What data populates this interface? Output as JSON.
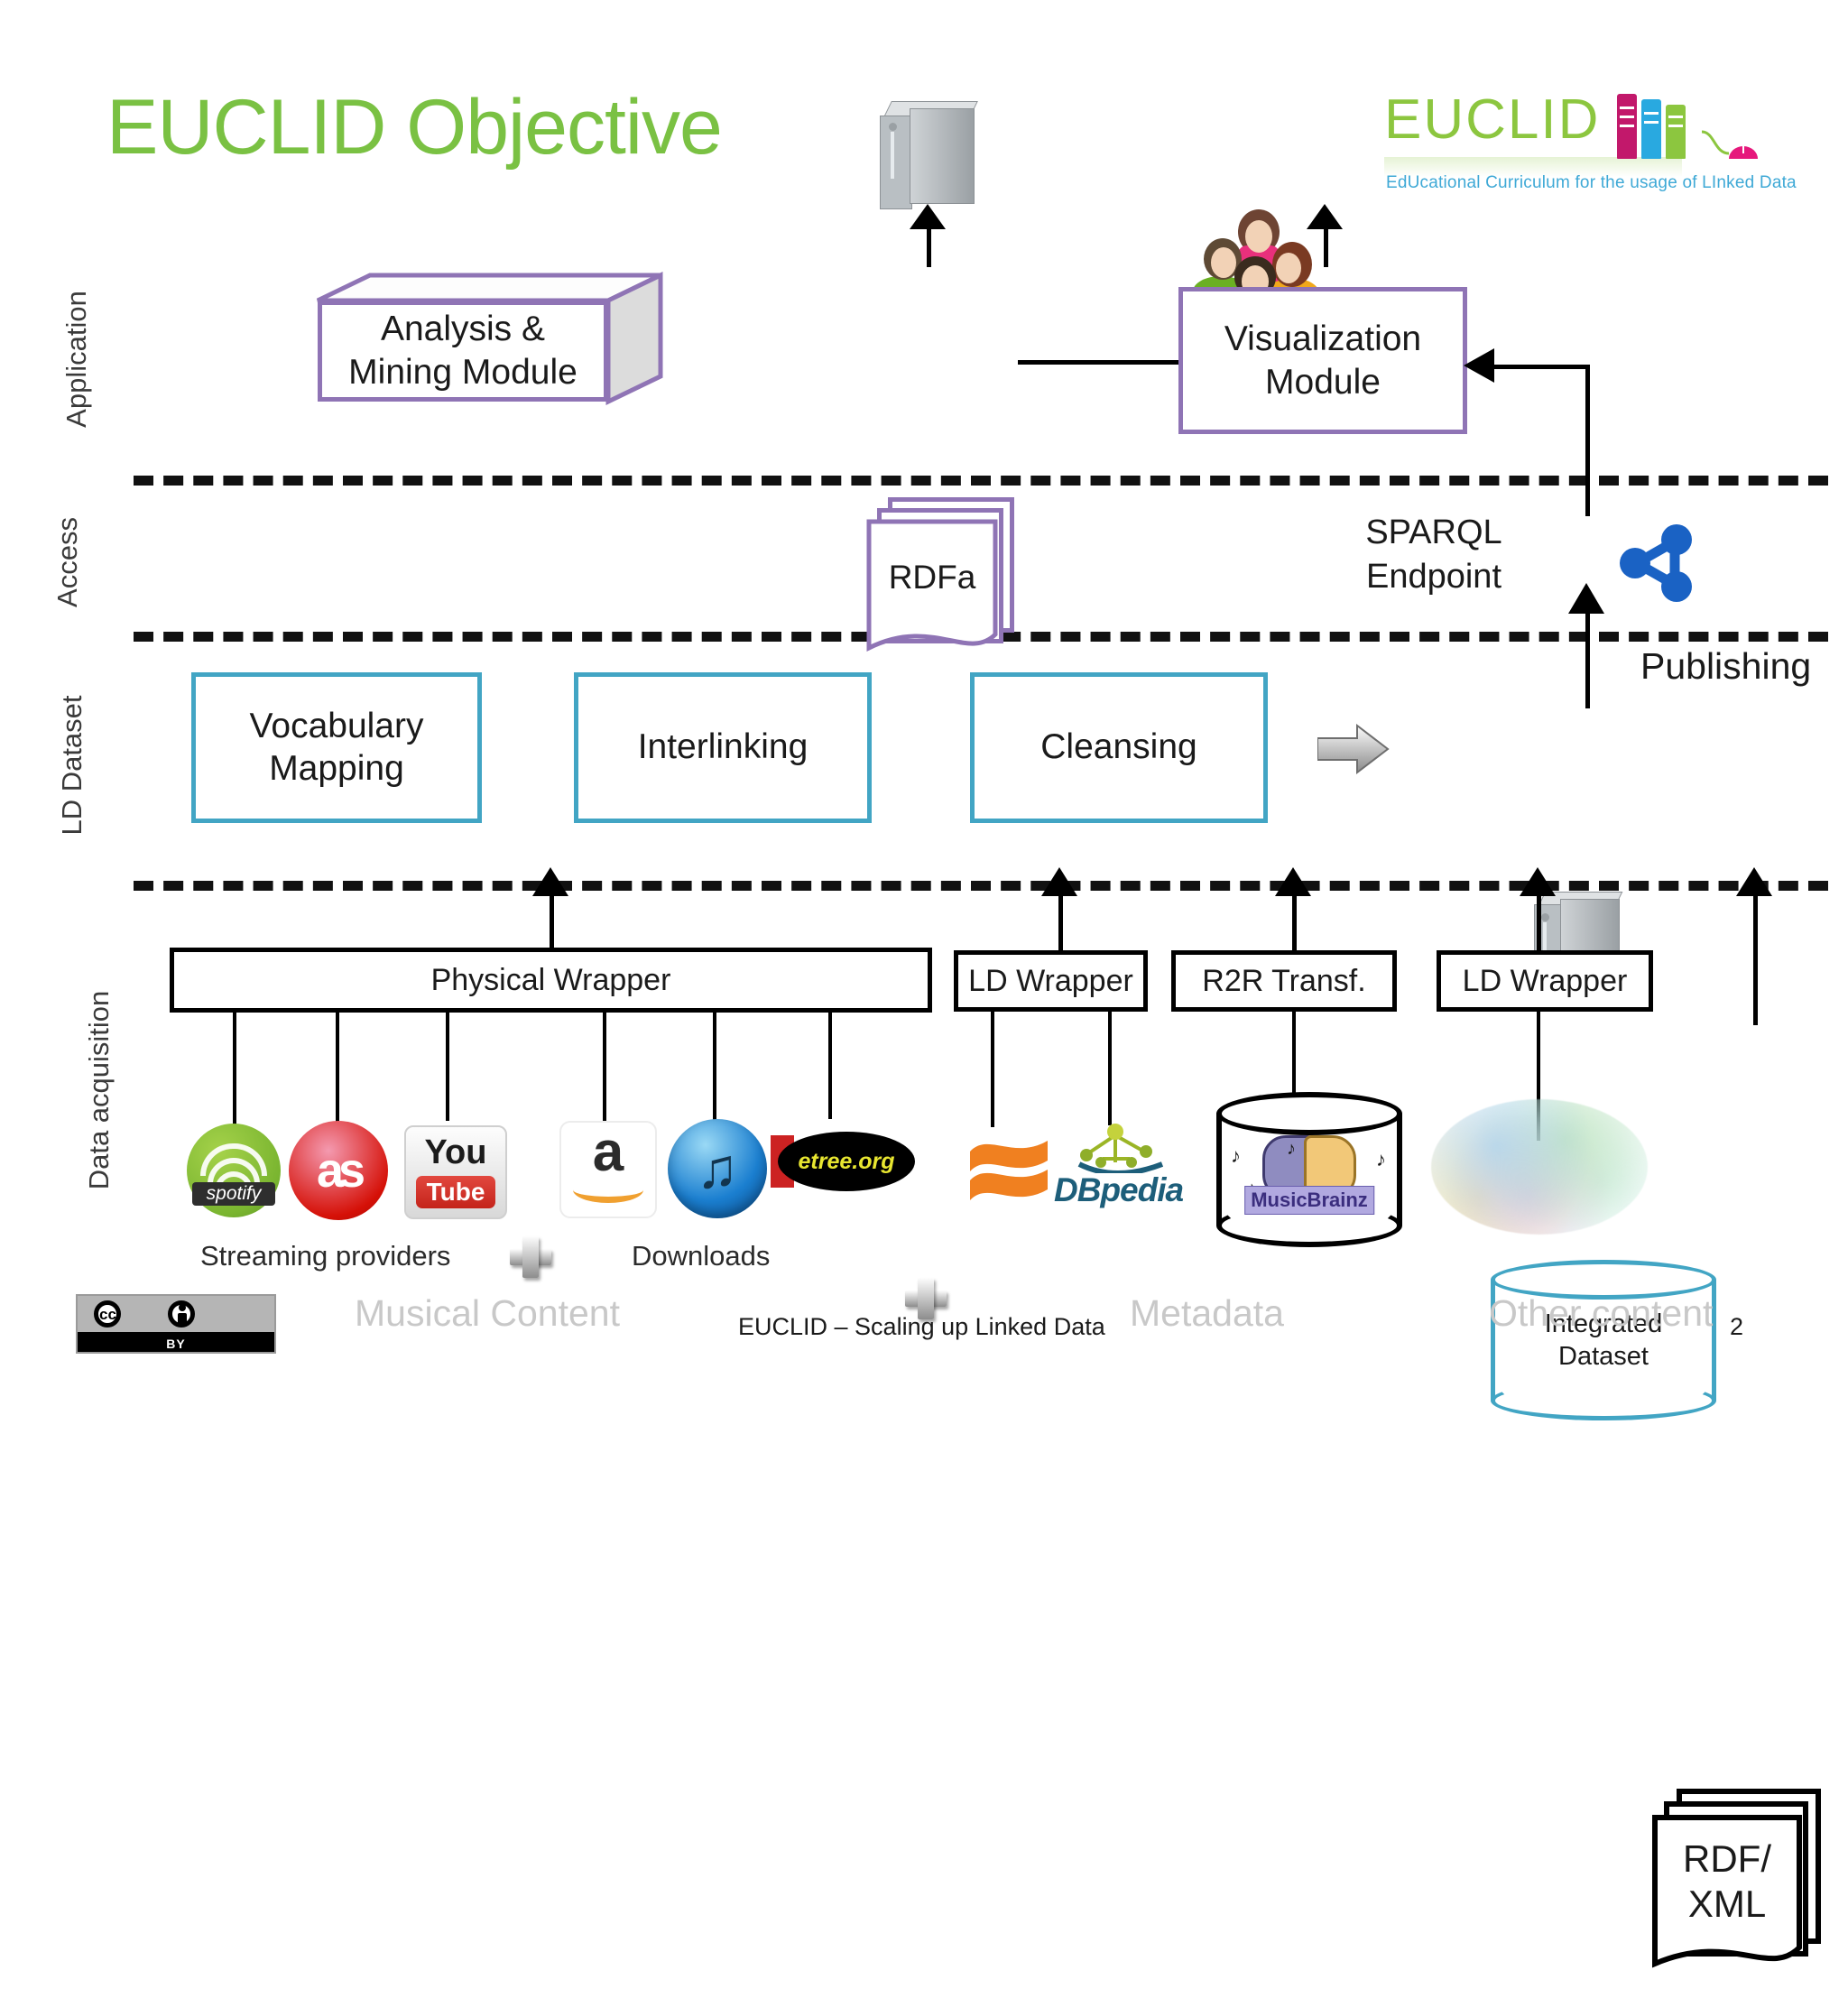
{
  "slide": {
    "title": "EUCLID Objective",
    "page_number": "2",
    "footer": "EUCLID – Scaling up Linked Data",
    "title_color": "#7ac143"
  },
  "logo": {
    "word": "EUCLID",
    "tagline": "EdUcational Curriculum for the usage of LInked Data",
    "word_color": "#8cc63f",
    "tagline_color": "#3fa9d6",
    "book_colors": [
      "#c2186b",
      "#29a9e0",
      "#8cc63f"
    ],
    "mouse_color": "#e6187c"
  },
  "layers": [
    {
      "id": "application",
      "label": "Application"
    },
    {
      "id": "access",
      "label": "Access"
    },
    {
      "id": "ld-dataset",
      "label": "LD Dataset"
    },
    {
      "id": "data-acquisition",
      "label": "Data acquisition"
    }
  ],
  "application": {
    "analysis_box": {
      "line1": "Analysis &",
      "line2": "Mining Module",
      "color": "#8f74b5"
    },
    "rdfa": {
      "label": "RDFa",
      "color": "#8f74b5"
    },
    "visualization": {
      "line1": "Visualization",
      "line2": "Module",
      "color": "#8f74b5"
    },
    "server_icon": "server-tower-icon",
    "users_icon": "user-group-icon"
  },
  "access": {
    "sparql": {
      "line1": "SPARQL",
      "line2": "Endpoint"
    },
    "server_icon": "server-tower-icon",
    "rdf_icon": "rdf-molecule-icon",
    "rdf_icon_color": "#1a62c4"
  },
  "ld_dataset": {
    "color": "#42a5c4",
    "steps": [
      {
        "line1": "Vocabulary",
        "line2": "Mapping"
      },
      {
        "line1": "Interlinking",
        "line2": ""
      },
      {
        "line1": "Cleansing",
        "line2": ""
      }
    ],
    "operators": [
      "plus-icon",
      "plus-icon"
    ],
    "flow_icon": "right-arrow-icon",
    "integrated_dataset": {
      "line1": "Integrated",
      "line2": "Dataset"
    },
    "publishing_label": "Publishing"
  },
  "data_acquisition": {
    "wrappers": [
      {
        "id": "physical-wrapper",
        "label": "Physical Wrapper"
      },
      {
        "id": "ld-wrapper-1",
        "label": "LD Wrapper"
      },
      {
        "id": "r2r-transf",
        "label": "R2R Transf."
      },
      {
        "id": "ld-wrapper-2",
        "label": "LD Wrapper"
      }
    ],
    "sources": [
      {
        "id": "spotify",
        "name": "spotify-logo",
        "text": "spotify"
      },
      {
        "id": "lastfm",
        "name": "lastfm-logo",
        "text": "as"
      },
      {
        "id": "youtube",
        "name": "youtube-logo",
        "text": "You",
        "text2": "Tube"
      },
      {
        "id": "amazon",
        "name": "amazon-logo",
        "text": "a"
      },
      {
        "id": "itunes",
        "name": "itunes-logo",
        "text": "♫"
      },
      {
        "id": "etree",
        "name": "etree-logo",
        "text": "etree.org"
      },
      {
        "id": "freebase",
        "name": "freebase-logo",
        "text": ""
      },
      {
        "id": "dbpedia",
        "name": "dbpedia-logo",
        "text": "DBpedia"
      },
      {
        "id": "musicbrainz",
        "name": "musicbrainz-logo",
        "text": "MusicBrainz"
      },
      {
        "id": "lod-cloud",
        "name": "lod-cloud-diagram",
        "text": ""
      },
      {
        "id": "rdf-xml",
        "name": "rdf-xml-document-stack",
        "text": "RDF/",
        "text2": "XML"
      }
    ],
    "group_captions": [
      {
        "id": "streaming",
        "label": "Streaming providers"
      },
      {
        "id": "downloads",
        "label": "Downloads"
      }
    ],
    "section_captions": [
      {
        "id": "musical-content",
        "label": "Musical Content"
      },
      {
        "id": "metadata",
        "label": "Metadata"
      },
      {
        "id": "other-content",
        "label": "Other content"
      }
    ]
  },
  "license": {
    "badge": "cc",
    "by": "BY"
  }
}
